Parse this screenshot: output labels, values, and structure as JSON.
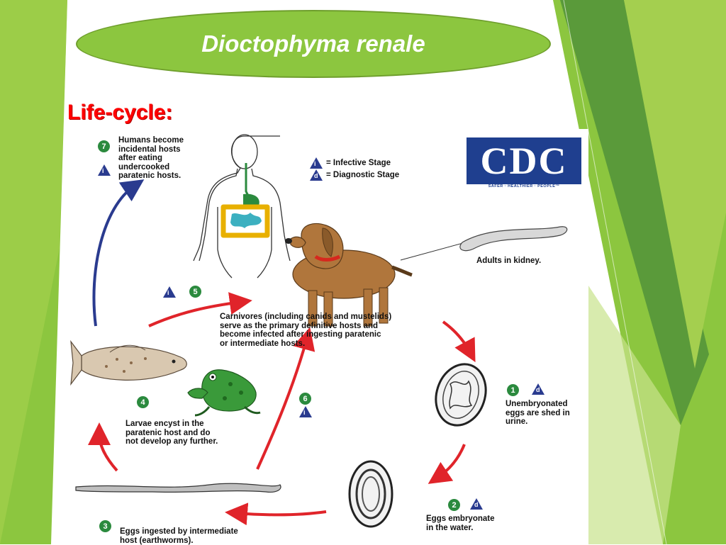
{
  "slide": {
    "title": "Dioctophyma renale",
    "subtitle": "Life-cycle:"
  },
  "legend": {
    "infective_symbol": "i",
    "infective_label": "= Infective Stage",
    "diagnostic_symbol": "d",
    "diagnostic_label": "= Diagnostic Stage"
  },
  "logo": {
    "name": "CDC",
    "tagline": "SAFER · HEALTHIER · PEOPLE™"
  },
  "steps": [
    {
      "number": "1",
      "symbol": "d",
      "text": "Unembryonated\neggs are shed in\nurine."
    },
    {
      "number": "2",
      "symbol": "d",
      "text": "Eggs embryonate\nin the water."
    },
    {
      "number": "3",
      "symbol": "",
      "text": "Eggs ingested by intermediate\nhost (earthworms)."
    },
    {
      "number": "4",
      "symbol": "",
      "text": "Larvae encyst in the\nparatenic host and do\nnot develop any further."
    },
    {
      "number": "5",
      "symbol": "i",
      "text": "Carnivores (including canids and mustelids)\nserve as the primary definitive hosts and\nbecome infected after ingesting paratenic\nor intermediate hosts."
    },
    {
      "number": "6",
      "symbol": "i",
      "text": ""
    },
    {
      "number": "7",
      "symbol": "i",
      "text": "Humans become\nincidental hosts\nafter eating\nundercooked\nparatenic hosts."
    }
  ],
  "adults_label": "Adults in kidney.",
  "colors": {
    "title_fill": "#8cc63f",
    "subtitle": "#ff0000",
    "arrow_red": "#e0242a",
    "arrow_blue": "#2a3b8f",
    "badge_green": "#2b8a3e",
    "stage_blue": "#2a3b8f"
  }
}
